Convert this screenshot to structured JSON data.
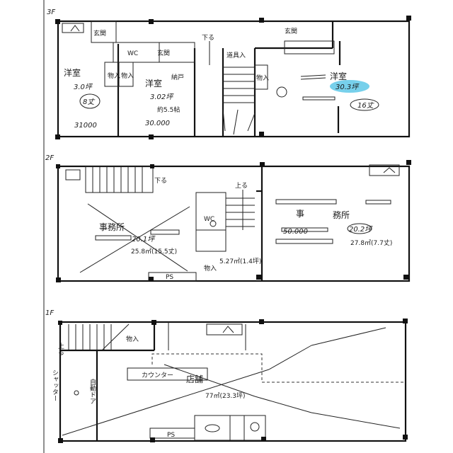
{
  "floors": {
    "f3": {
      "label": "3F",
      "entrance_a": "玄関",
      "entrance_b": "玄関",
      "entrance_c": "玄関",
      "wc": "WC",
      "room_a": "洋室",
      "room_a_area": "3.0坪",
      "room_a_mats": "8丈",
      "room_a_rent": "31000",
      "closet_a": "物入",
      "closet_b": "物入",
      "room_b": "洋室",
      "room_b_area": "3.02坪",
      "room_b_mats": "約5.5帖",
      "room_b_rent": "30.000",
      "room_b_note": "納戸",
      "down": "下る",
      "tool_storage": "道具入",
      "closet_c": "物入",
      "room_c": "洋室",
      "room_c_area": "30.3坪",
      "room_c_mats": "16丈",
      "highlight_color": "#5fc8e8"
    },
    "f2": {
      "label": "2F",
      "office_a": "事務所",
      "office_a_area": "20.1坪",
      "office_a_size": "25.8㎡(15.5丈)",
      "wc": "WC",
      "closet": "物入",
      "closet_size": "5.27㎡(1.4坪)",
      "ps": "PS",
      "up": "上る",
      "down": "下る",
      "office_b_1": "事",
      "office_b_2": "務所",
      "office_b_rent": "50.000",
      "office_b_area": "20.2坪",
      "office_b_size": "27.8㎡(7.7丈)"
    },
    "f1": {
      "label": "1F",
      "up": "上る",
      "closet": "物入",
      "shutter": "シャッター",
      "auto_door": "自動ドア",
      "counter": "カウンター",
      "shop": "店舗",
      "shop_size": "77㎡(23.3坪)",
      "ps": "PS"
    }
  }
}
